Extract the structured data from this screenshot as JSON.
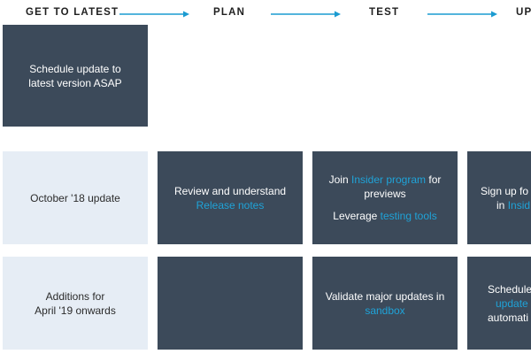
{
  "headers": {
    "get_to_latest": "GET TO LATEST",
    "plan": "PLAN",
    "test": "TEST",
    "partial_next": "UP"
  },
  "colors": {
    "dark_box": "#3c4a5a",
    "light_box": "#e6edf5",
    "arrow": "#1a9bd1",
    "link": "#1fa3d8"
  },
  "boxes": {
    "schedule": {
      "line1": "Schedule update to",
      "line2": "latest version ASAP"
    },
    "row1": {
      "label": "October '18 update",
      "plan": {
        "line1": "Review and understand",
        "link": "Release notes"
      },
      "test": {
        "pre1": "Join ",
        "link1": "Insider program",
        "post1": " for",
        "line2": "previews",
        "pre3": "Leverage ",
        "link3": "testing tools"
      },
      "partial": {
        "line1": "Sign up fo",
        "pre2": "in ",
        "link2": "Insid"
      }
    },
    "row2": {
      "label_line1": "Additions for",
      "label_line2": "April '19 onwards",
      "test": {
        "line1": "Validate major updates in",
        "link": "sandbox"
      },
      "partial": {
        "line1": "Schedule",
        "link": "update",
        "line3": "automati"
      }
    }
  }
}
